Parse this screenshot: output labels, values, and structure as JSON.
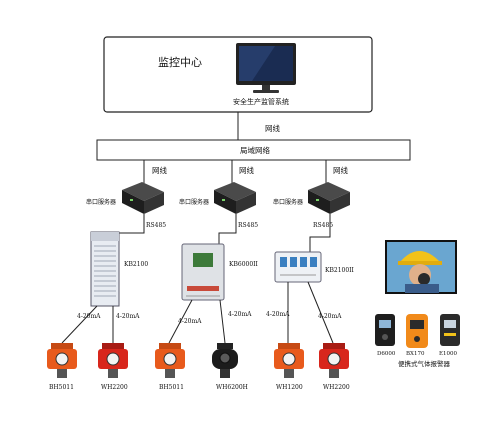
{
  "monitor_center": {
    "title": "监控中心",
    "system_label": "安全生产监管系统"
  },
  "network": {
    "top_line_label": "网线",
    "lan_label": "局域网络",
    "branch_line_label": "网线"
  },
  "branches": [
    {
      "server_label": "串口服务器",
      "bus_label": "RS485",
      "controller_label": "KB2100",
      "sensors": [
        {
          "current_label": "4-20mA",
          "model": "BH5011"
        },
        {
          "current_label": "4-20mA",
          "model": "WH2200"
        }
      ]
    },
    {
      "server_label": "串口服务器",
      "bus_label": "RS485",
      "controller_label": "KB6000II",
      "sensors": [
        {
          "current_label": "4-20mA",
          "model": "BH5011"
        },
        {
          "current_label": "4-20mA",
          "model": "WH6200H"
        }
      ]
    },
    {
      "server_label": "串口服务器",
      "bus_label": "RS485",
      "controller_label": "KB2100II",
      "sensors": [
        {
          "current_label": "4-20mA",
          "model": "WH1200"
        },
        {
          "current_label": "4-20mA",
          "model": "WH2200"
        }
      ]
    }
  ],
  "portable": {
    "models": [
      "D6000",
      "BX170",
      "E1000"
    ],
    "caption": "便携式气体报警器"
  },
  "colors": {
    "line": "#222222",
    "sensor_orange": "#e85a1c",
    "sensor_red": "#d8261c",
    "monitor_screen": "#1a2c52",
    "display_green": "#3d7a3a",
    "cabinet": "#e8ecf2",
    "worker_sky": "#6aa6d0",
    "helmet_yellow": "#f2c21a",
    "portable_orange": "#f18a1a"
  }
}
